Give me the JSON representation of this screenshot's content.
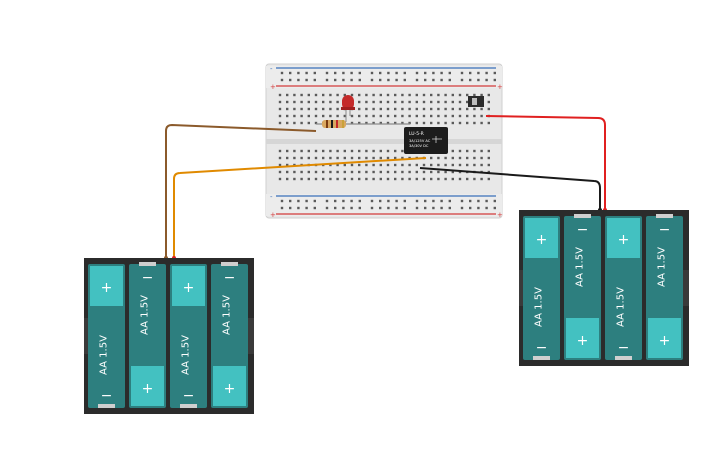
{
  "canvas": {
    "background": "#ffffff"
  },
  "breadboard": {
    "color": "#e8e8e8",
    "rail_red": "#d33b3b",
    "rail_blue": "#3a6fb8",
    "hole_color": "#5a5a5a",
    "rail_plus_label": "+",
    "rail_minus_label": "-"
  },
  "relay": {
    "label_line1": "LU-5-R",
    "label_line2": "3A/125V AC",
    "label_line3": "3A/30V DC",
    "body_color": "#1c1c1c"
  },
  "led": {
    "color": "#c42a2a"
  },
  "resistor": {
    "color": "#d9a860"
  },
  "switch": {
    "color": "#2b2b2b"
  },
  "battery_packs": [
    {
      "id": "left",
      "cells": [
        {
          "label": "AA 1.5V",
          "plus": "+",
          "minus": "−"
        },
        {
          "label": "AA 1.5V",
          "plus": "+",
          "minus": "−"
        },
        {
          "label": "AA 1.5V",
          "plus": "+",
          "minus": "−"
        },
        {
          "label": "AA 1.5V",
          "plus": "+",
          "minus": "−"
        }
      ]
    },
    {
      "id": "right",
      "cells": [
        {
          "label": "AA 1.5V",
          "plus": "+",
          "minus": "−"
        },
        {
          "label": "AA 1.5V",
          "plus": "+",
          "minus": "−"
        },
        {
          "label": "AA 1.5V",
          "plus": "+",
          "minus": "−"
        },
        {
          "label": "AA 1.5V",
          "plus": "+",
          "minus": "−"
        }
      ]
    }
  ],
  "battery_style": {
    "case_color": "#2b2b2b",
    "cell_color": "#2d7f7f",
    "cap_color": "#43c1c1"
  },
  "wires": [
    {
      "name": "brown-wire",
      "color": "#8b5a2b"
    },
    {
      "name": "orange-wire",
      "color": "#e08a00"
    },
    {
      "name": "red-wire",
      "color": "#e02020"
    },
    {
      "name": "black-wire",
      "color": "#1a1a1a"
    }
  ]
}
